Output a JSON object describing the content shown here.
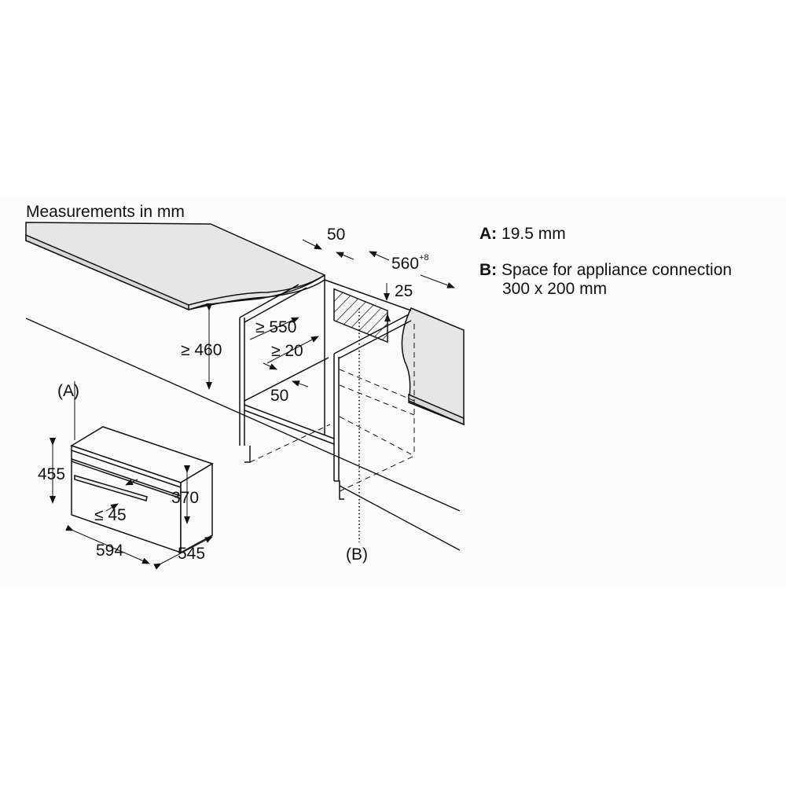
{
  "diagram": {
    "title": "Measurements in mm",
    "legend": [
      {
        "key": "A:",
        "text": "19.5 mm"
      },
      {
        "key": "B:",
        "text": "Space for appliance connection",
        "text2": "300 x 200 mm"
      }
    ],
    "markers": {
      "a": "(A)",
      "b": "(B)"
    },
    "appliance_dimensions": {
      "height": "455",
      "inner_height": "370",
      "width": "594",
      "depth": "545",
      "handle_offset": "≤ 45"
    },
    "niche_dimensions": {
      "gap_top": "50",
      "niche_depth_base": "560",
      "niche_depth_tolerance": "+8",
      "connection_offset": "25",
      "min_width": "≥ 550",
      "min_height": "≥ 460",
      "min_side": "≥ 20",
      "floor_gap": "50"
    },
    "colors": {
      "line": "#111111",
      "worktop": "#e6e6e6",
      "panel_bg": "#fbfbfb"
    }
  }
}
